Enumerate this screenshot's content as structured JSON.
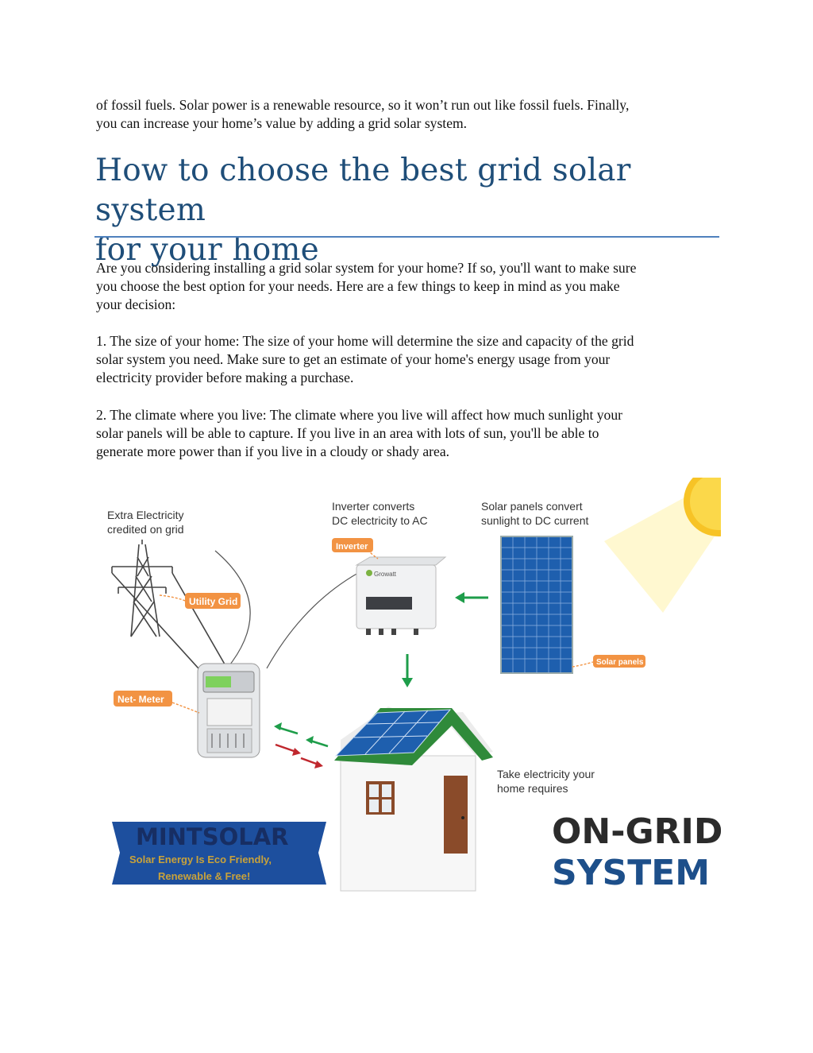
{
  "paragraphs": {
    "intro_1": "of fossil fuels. Solar power is a renewable resource, so it won’t run out like fossil fuels. Finally,",
    "intro_2": "you can increase your home’s value by adding a grid solar system.",
    "p1_1": "Are you considering installing a grid solar system for your home? If so, you'll want to make sure",
    "p1_2": "you choose the best option for your needs. Here are a few things to keep in mind as you make",
    "p1_3": "your decision:",
    "p2_1": "1. The size of your home: The size of your home will determine the size and capacity of the grid",
    "p2_2": "solar system you need. Make sure to get an estimate of your home's energy usage from your",
    "p2_3": "electricity provider before making a purchase.",
    "p3_1": "2. The climate where you live: The climate where you live will affect how much sunlight your",
    "p3_2": "solar panels will be able to capture. If you live in an area with lots of sun, you'll be able to",
    "p3_3": "generate more power than if you live in a cloudy or shady area."
  },
  "heading": {
    "line1": "How to choose the best grid solar system",
    "line2": "for your home"
  },
  "figure": {
    "extra_electricity_1": "Extra Electricity",
    "extra_electricity_2": "credited on grid",
    "inverter_converts_1": "Inverter converts",
    "inverter_converts_2": "DC electricity to AC",
    "solar_convert_1": "Solar panels convert",
    "solar_convert_2": "sunlight to DC current",
    "tag_inverter": "Inverter",
    "tag_utility_grid": "Utility Grid",
    "tag_net_meter": "Net- Meter",
    "tag_solar_panels": "Solar panels",
    "take_electricity_1": "Take electricity your",
    "take_electricity_2": "home requires",
    "brand_name": "MINTSOLAR",
    "brand_tagline_1": "Solar Energy Is Eco Friendly,",
    "brand_tagline_2": "Renewable & Free!",
    "system_1": "ON-GRID",
    "system_2": "SYSTEM",
    "inverter_logo": "Growatt",
    "colors": {
      "tag_orange": "#f29343",
      "panel_blue": "#1e5fae",
      "banner_blue": "#1d4f9e",
      "roof_green": "#2f8a3a",
      "arrow_green": "#1e9d4a",
      "arrow_red": "#c0272d",
      "system_dark": "#2b2b2b",
      "system_blue": "#1d4f8a",
      "sun_yellow": "#f7c326"
    }
  }
}
